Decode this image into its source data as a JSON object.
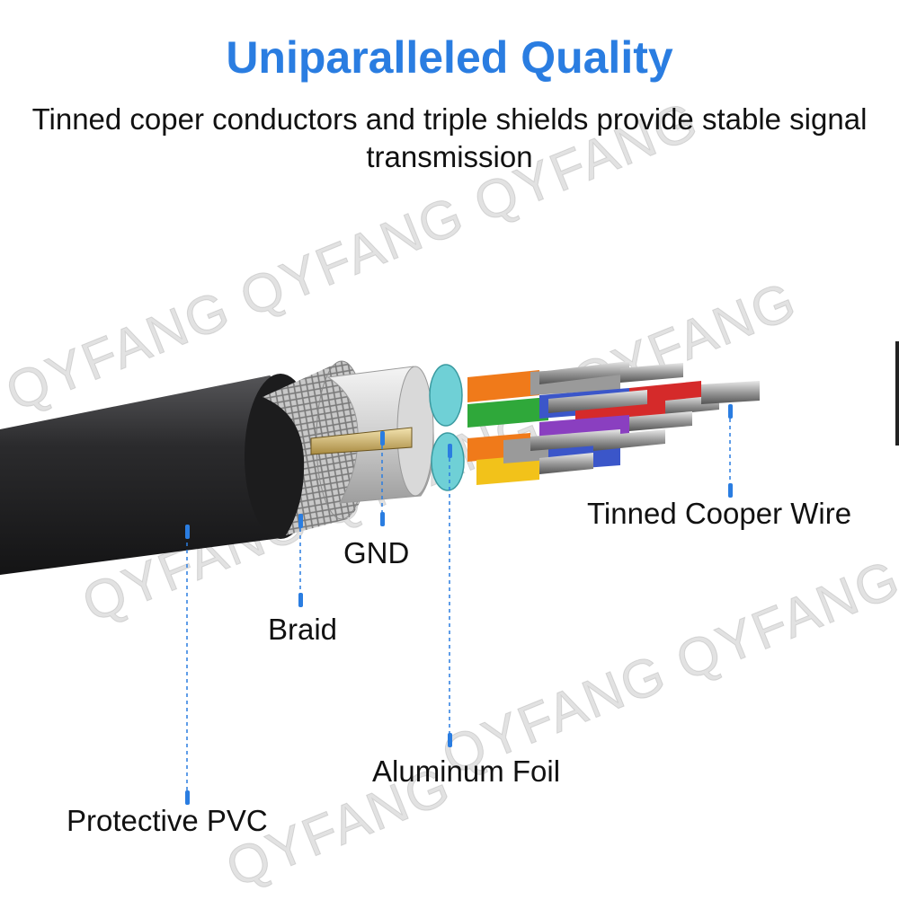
{
  "title": "Uniparalleled Quality",
  "subtitle": "Tinned coper conductors and triple shields provide stable signal transmission",
  "labels": {
    "tinned_wire": "Tinned Cooper Wire",
    "gnd": "GND",
    "braid": "Braid",
    "foil": "Aluminum Foil",
    "pvc": "Protective PVC"
  },
  "watermark": [
    "QYFANG QYFANG QYFANG",
    "QYFANG",
    "QYFANG QYFANG",
    "QYFANG QYFANG",
    "QYFANG"
  ],
  "colors": {
    "title": "#2a7de1",
    "leader": "#2a7de1",
    "jacket": "#2b2b2d",
    "foil": "#e0e0e0"
  }
}
